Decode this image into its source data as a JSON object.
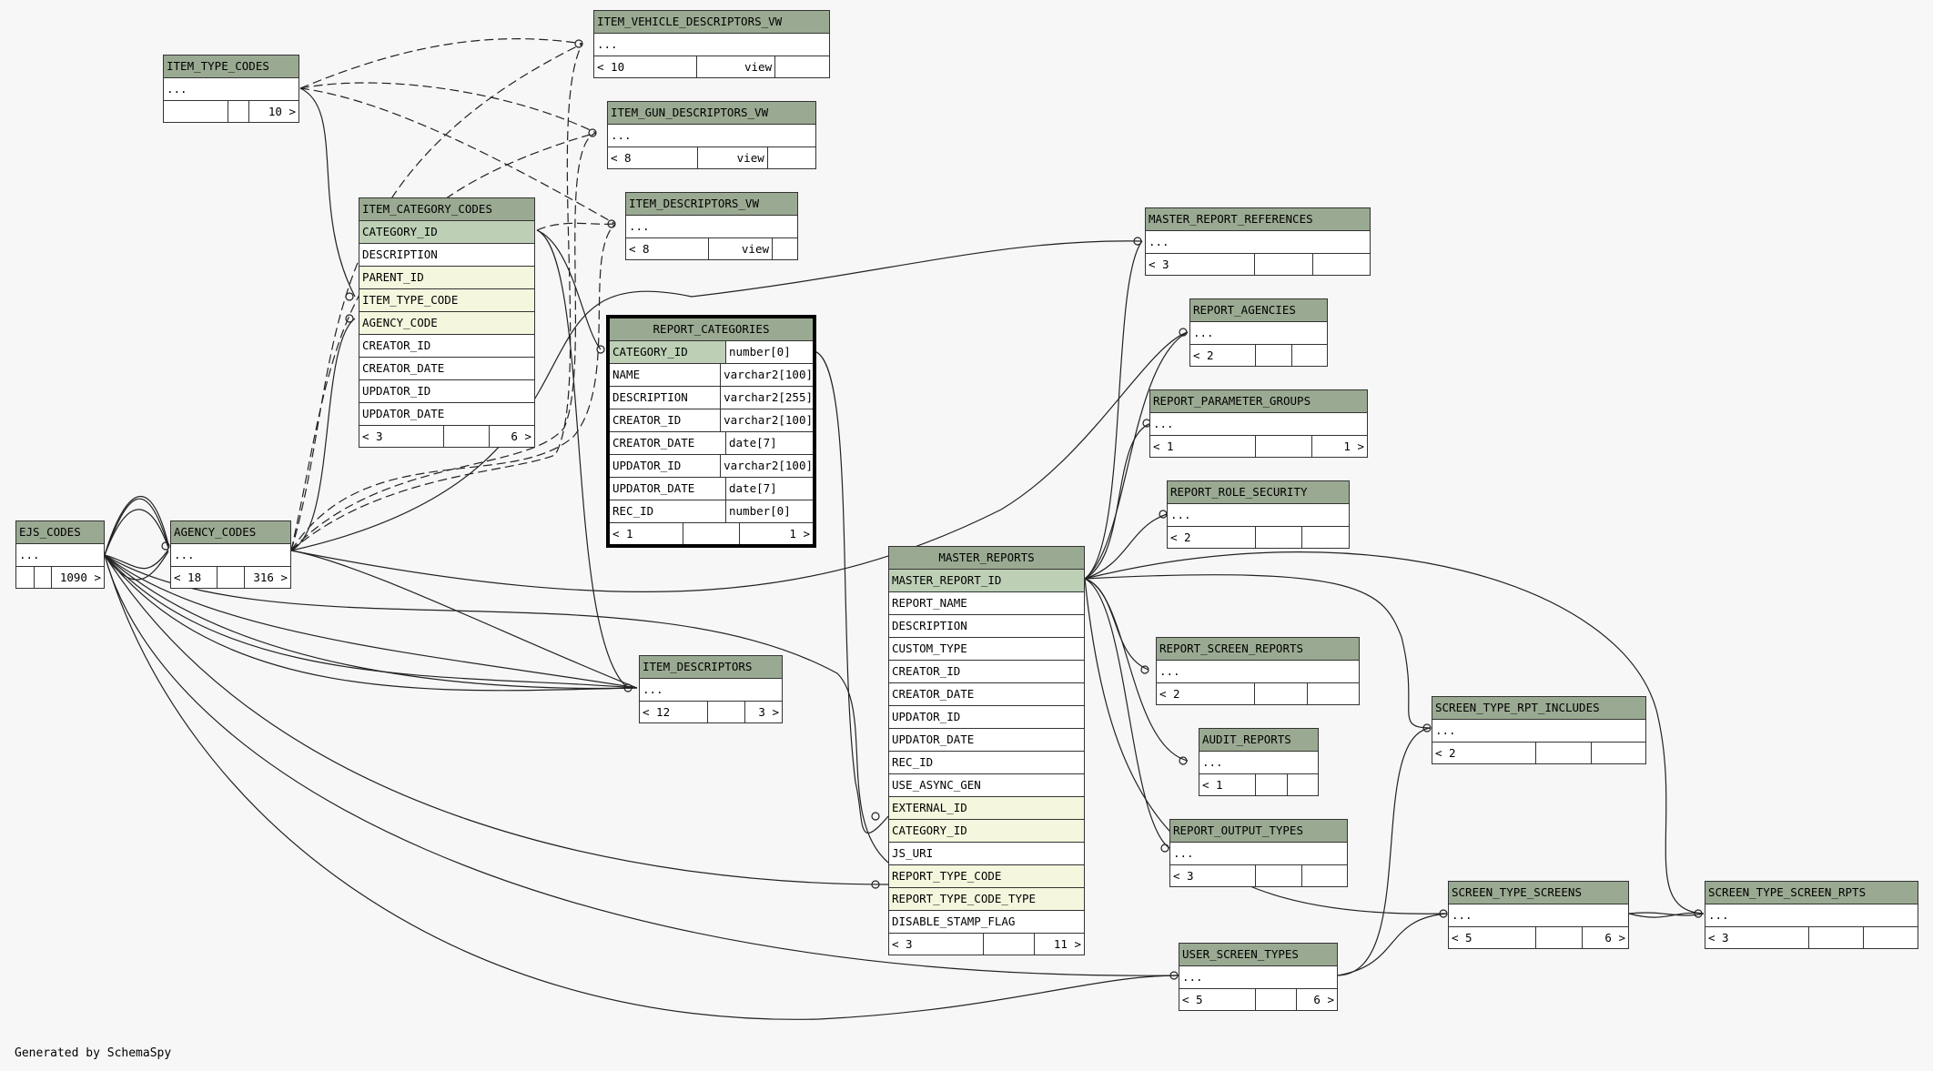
{
  "footer": "Generated by SchemaSpy",
  "colors": {
    "header": "#9aaa92",
    "primary_key": "#bdd0b6",
    "foreign_key": "#f4f6dd",
    "background": "#f7f7f7"
  },
  "tables": [
    {
      "id": "ITEM_VEHICLE_DESCRIPTORS_VW",
      "name": "ITEM_VEHICLE_DESCRIPTORS_VW",
      "collapsed": "...",
      "footer": [
        "< 10",
        "view",
        ""
      ]
    },
    {
      "id": "ITEM_TYPE_CODES",
      "name": "ITEM_TYPE_CODES",
      "collapsed": "...",
      "footer": [
        "",
        "",
        "10 >"
      ]
    },
    {
      "id": "ITEM_GUN_DESCRIPTORS_VW",
      "name": "ITEM_GUN_DESCRIPTORS_VW",
      "collapsed": "...",
      "footer": [
        "< 8",
        "view",
        ""
      ]
    },
    {
      "id": "ITEM_DESCRIPTORS_VW",
      "name": "ITEM_DESCRIPTORS_VW",
      "collapsed": "...",
      "footer": [
        "< 8",
        "view",
        ""
      ]
    },
    {
      "id": "ITEM_CATEGORY_CODES",
      "name": "ITEM_CATEGORY_CODES",
      "columns": [
        {
          "name": "CATEGORY_ID",
          "kind": "pk"
        },
        {
          "name": "DESCRIPTION",
          "kind": ""
        },
        {
          "name": "PARENT_ID",
          "kind": "fk"
        },
        {
          "name": "ITEM_TYPE_CODE",
          "kind": "fk"
        },
        {
          "name": "AGENCY_CODE",
          "kind": "fk"
        },
        {
          "name": "CREATOR_ID",
          "kind": ""
        },
        {
          "name": "CREATOR_DATE",
          "kind": ""
        },
        {
          "name": "UPDATOR_ID",
          "kind": ""
        },
        {
          "name": "UPDATOR_DATE",
          "kind": ""
        }
      ],
      "footer": [
        "< 3",
        "",
        "6 >"
      ]
    },
    {
      "id": "REPORT_CATEGORIES",
      "name": "REPORT_CATEGORIES",
      "columns": [
        {
          "name": "CATEGORY_ID",
          "type": "number[0]",
          "kind": "pk"
        },
        {
          "name": "NAME",
          "type": "varchar2[100]",
          "kind": ""
        },
        {
          "name": "DESCRIPTION",
          "type": "varchar2[255]",
          "kind": ""
        },
        {
          "name": "CREATOR_ID",
          "type": "varchar2[100]",
          "kind": ""
        },
        {
          "name": "CREATOR_DATE",
          "type": "date[7]",
          "kind": ""
        },
        {
          "name": "UPDATOR_ID",
          "type": "varchar2[100]",
          "kind": ""
        },
        {
          "name": "UPDATOR_DATE",
          "type": "date[7]",
          "kind": ""
        },
        {
          "name": "REC_ID",
          "type": "number[0]",
          "kind": ""
        }
      ],
      "footer": [
        "< 1",
        "",
        "1 >"
      ]
    },
    {
      "id": "EJS_CODES",
      "name": "EJS_CODES",
      "collapsed": "...",
      "footer": [
        "",
        "",
        "1090 >"
      ]
    },
    {
      "id": "AGENCY_CODES",
      "name": "AGENCY_CODES",
      "collapsed": "...",
      "footer": [
        "< 18",
        "",
        "316 >"
      ]
    },
    {
      "id": "ITEM_DESCRIPTORS",
      "name": "ITEM_DESCRIPTORS",
      "collapsed": "...",
      "footer": [
        "< 12",
        "",
        "3 >"
      ]
    },
    {
      "id": "MASTER_REPORTS",
      "name": "MASTER_REPORTS",
      "columns": [
        {
          "name": "MASTER_REPORT_ID",
          "kind": "pk"
        },
        {
          "name": "REPORT_NAME",
          "kind": ""
        },
        {
          "name": "DESCRIPTION",
          "kind": ""
        },
        {
          "name": "CUSTOM_TYPE",
          "kind": ""
        },
        {
          "name": "CREATOR_ID",
          "kind": ""
        },
        {
          "name": "CREATOR_DATE",
          "kind": ""
        },
        {
          "name": "UPDATOR_ID",
          "kind": ""
        },
        {
          "name": "UPDATOR_DATE",
          "kind": ""
        },
        {
          "name": "REC_ID",
          "kind": ""
        },
        {
          "name": "USE_ASYNC_GEN",
          "kind": ""
        },
        {
          "name": "EXTERNAL_ID",
          "kind": "fk"
        },
        {
          "name": "CATEGORY_ID",
          "kind": "fk"
        },
        {
          "name": "JS_URI",
          "kind": ""
        },
        {
          "name": "REPORT_TYPE_CODE",
          "kind": "fk"
        },
        {
          "name": "REPORT_TYPE_CODE_TYPE",
          "kind": "fk"
        },
        {
          "name": "DISABLE_STAMP_FLAG",
          "kind": ""
        }
      ],
      "footer": [
        "< 3",
        "",
        "11 >"
      ]
    },
    {
      "id": "MASTER_REPORT_REFERENCES",
      "name": "MASTER_REPORT_REFERENCES",
      "collapsed": "...",
      "footer": [
        "< 3",
        "",
        ""
      ]
    },
    {
      "id": "REPORT_AGENCIES",
      "name": "REPORT_AGENCIES",
      "collapsed": "...",
      "footer": [
        "< 2",
        "",
        ""
      ]
    },
    {
      "id": "REPORT_PARAMETER_GROUPS",
      "name": "REPORT_PARAMETER_GROUPS",
      "collapsed": "...",
      "footer": [
        "< 1",
        "",
        "1 >"
      ]
    },
    {
      "id": "REPORT_ROLE_SECURITY",
      "name": "REPORT_ROLE_SECURITY",
      "collapsed": "...",
      "footer": [
        "< 2",
        "",
        ""
      ]
    },
    {
      "id": "REPORT_SCREEN_REPORTS",
      "name": "REPORT_SCREEN_REPORTS",
      "collapsed": "...",
      "footer": [
        "< 2",
        "",
        ""
      ]
    },
    {
      "id": "AUDIT_REPORTS",
      "name": "AUDIT_REPORTS",
      "collapsed": "...",
      "footer": [
        "< 1",
        "",
        ""
      ]
    },
    {
      "id": "REPORT_OUTPUT_TYPES",
      "name": "REPORT_OUTPUT_TYPES",
      "collapsed": "...",
      "footer": [
        "< 3",
        "",
        ""
      ]
    },
    {
      "id": "SCREEN_TYPE_RPT_INCLUDES",
      "name": "SCREEN_TYPE_RPT_INCLUDES",
      "collapsed": "...",
      "footer": [
        "< 2",
        "",
        ""
      ]
    },
    {
      "id": "SCREEN_TYPE_SCREENS",
      "name": "SCREEN_TYPE_SCREENS",
      "collapsed": "...",
      "footer": [
        "< 5",
        "",
        "6 >"
      ]
    },
    {
      "id": "SCREEN_TYPE_SCREEN_RPTS",
      "name": "SCREEN_TYPE_SCREEN_RPTS",
      "collapsed": "...",
      "footer": [
        "< 3",
        "",
        ""
      ]
    },
    {
      "id": "USER_SCREEN_TYPES",
      "name": "USER_SCREEN_TYPES",
      "collapsed": "...",
      "footer": [
        "< 5",
        "",
        "6 >"
      ]
    }
  ],
  "relationships": [
    {
      "from": "ITEM_TYPE_CODES",
      "to": "ITEM_VEHICLE_DESCRIPTORS_VW",
      "style": "implied"
    },
    {
      "from": "ITEM_TYPE_CODES",
      "to": "ITEM_GUN_DESCRIPTORS_VW",
      "style": "implied"
    },
    {
      "from": "ITEM_TYPE_CODES",
      "to": "ITEM_DESCRIPTORS_VW",
      "style": "implied"
    },
    {
      "from": "ITEM_TYPE_CODES",
      "to": "ITEM_CATEGORY_CODES",
      "style": "solid"
    },
    {
      "from": "ITEM_CATEGORY_CODES",
      "to": "ITEM_DESCRIPTORS_VW",
      "style": "implied"
    },
    {
      "from": "ITEM_CATEGORY_CODES",
      "to": "ITEM_DESCRIPTORS",
      "style": "solid"
    },
    {
      "from": "AGENCY_CODES",
      "to": "ITEM_VEHICLE_DESCRIPTORS_VW",
      "style": "implied"
    },
    {
      "from": "AGENCY_CODES",
      "to": "ITEM_GUN_DESCRIPTORS_VW",
      "style": "implied"
    },
    {
      "from": "AGENCY_CODES",
      "to": "ITEM_DESCRIPTORS_VW",
      "style": "implied"
    },
    {
      "from": "AGENCY_CODES",
      "to": "ITEM_CATEGORY_CODES",
      "style": "solid"
    },
    {
      "from": "AGENCY_CODES",
      "to": "ITEM_DESCRIPTORS",
      "style": "solid"
    },
    {
      "from": "AGENCY_CODES",
      "to": "MASTER_REPORT_REFERENCES",
      "style": "solid"
    },
    {
      "from": "AGENCY_CODES",
      "to": "REPORT_AGENCIES",
      "style": "solid"
    },
    {
      "from": "EJS_CODES",
      "to": "AGENCY_CODES",
      "style": "solid"
    },
    {
      "from": "EJS_CODES",
      "to": "ITEM_DESCRIPTORS",
      "style": "solid"
    },
    {
      "from": "EJS_CODES",
      "to": "MASTER_REPORTS",
      "style": "solid"
    },
    {
      "from": "EJS_CODES",
      "to": "USER_SCREEN_TYPES",
      "style": "solid"
    },
    {
      "from": "REPORT_CATEGORIES",
      "to": "MASTER_REPORTS",
      "style": "solid"
    },
    {
      "from": "MASTER_REPORTS",
      "to": "MASTER_REPORT_REFERENCES",
      "style": "solid"
    },
    {
      "from": "MASTER_REPORTS",
      "to": "REPORT_AGENCIES",
      "style": "solid"
    },
    {
      "from": "MASTER_REPORTS",
      "to": "REPORT_PARAMETER_GROUPS",
      "style": "solid"
    },
    {
      "from": "MASTER_REPORTS",
      "to": "REPORT_ROLE_SECURITY",
      "style": "solid"
    },
    {
      "from": "MASTER_REPORTS",
      "to": "REPORT_SCREEN_REPORTS",
      "style": "solid"
    },
    {
      "from": "MASTER_REPORTS",
      "to": "AUDIT_REPORTS",
      "style": "solid"
    },
    {
      "from": "MASTER_REPORTS",
      "to": "REPORT_OUTPUT_TYPES",
      "style": "solid"
    },
    {
      "from": "MASTER_REPORTS",
      "to": "SCREEN_TYPE_RPT_INCLUDES",
      "style": "solid"
    },
    {
      "from": "MASTER_REPORTS",
      "to": "SCREEN_TYPE_SCREEN_RPTS",
      "style": "solid"
    },
    {
      "from": "MASTER_REPORTS",
      "to": "SCREEN_TYPE_SCREENS",
      "style": "solid"
    },
    {
      "from": "USER_SCREEN_TYPES",
      "to": "SCREEN_TYPE_SCREENS",
      "style": "solid"
    },
    {
      "from": "USER_SCREEN_TYPES",
      "to": "SCREEN_TYPE_RPT_INCLUDES",
      "style": "solid"
    },
    {
      "from": "SCREEN_TYPE_SCREENS",
      "to": "SCREEN_TYPE_SCREEN_RPTS",
      "style": "solid"
    }
  ]
}
